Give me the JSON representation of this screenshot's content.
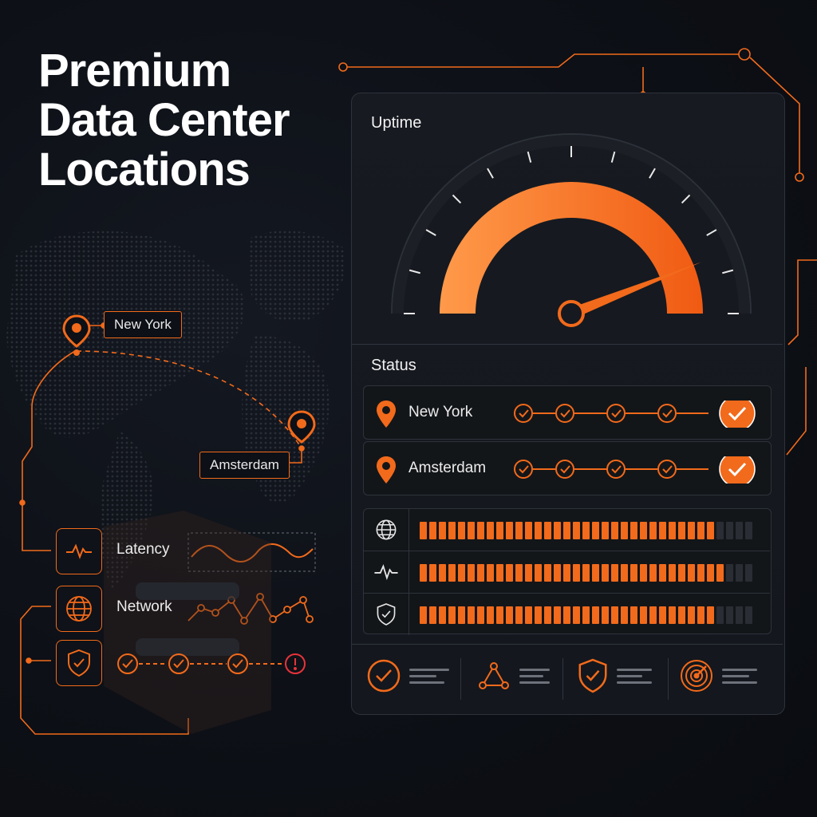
{
  "headline": {
    "line1": "Premium",
    "line2": "Data Center",
    "line3": "Locations"
  },
  "map": {
    "markers": [
      {
        "label": "New York"
      },
      {
        "label": "Amsterdam"
      }
    ]
  },
  "features": [
    {
      "label": "Latency",
      "icon": "pulse-icon"
    },
    {
      "label": "Network",
      "icon": "globe-icon"
    },
    {
      "label": "",
      "icon": "shield-check-icon"
    }
  ],
  "security_checks": {
    "passed": 3,
    "alerts": 1
  },
  "panel": {
    "uptime_title": "Uptime",
    "gauge": {
      "level": 0.88
    },
    "status_title": "Status",
    "status_rows": [
      {
        "name": "New York",
        "checks": 4,
        "ok": true
      },
      {
        "name": "Amsterdam",
        "checks": 4,
        "ok": true
      }
    ],
    "meters": [
      {
        "icon": "globe-icon",
        "filled": 31,
        "total": 35
      },
      {
        "icon": "pulse-icon",
        "filled": 32,
        "total": 35
      },
      {
        "icon": "shield-check-icon",
        "filled": 31,
        "total": 35
      }
    ],
    "footer": [
      {
        "icon": "check-circle-icon"
      },
      {
        "icon": "network-nodes-icon"
      },
      {
        "icon": "shield-check-icon"
      },
      {
        "icon": "radar-icon"
      }
    ]
  },
  "colors": {
    "accent": "#f26a1b",
    "accent_light": "#ff8a3d",
    "panel_bg": "#161920",
    "page_bg": "#0d1016",
    "border": "#2e323b"
  }
}
